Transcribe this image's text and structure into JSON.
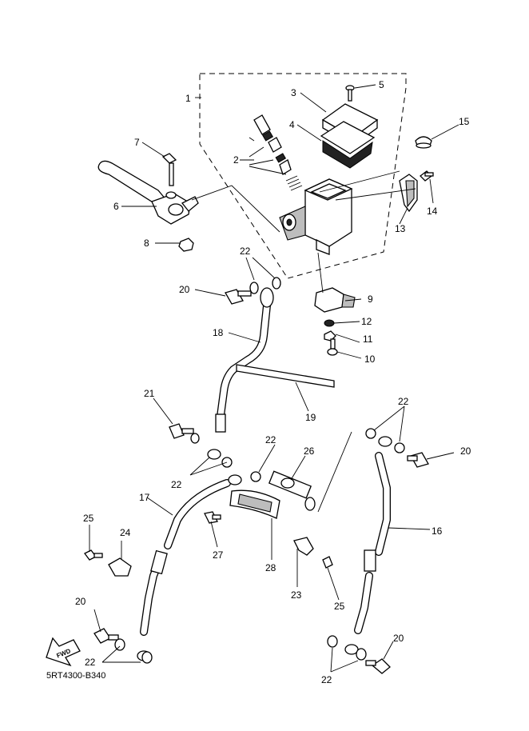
{
  "diagram_code": "5RT4300-B340",
  "fwd_label": "FWD",
  "callouts": [
    {
      "id": "c1",
      "text": "1"
    },
    {
      "id": "c2",
      "text": "2"
    },
    {
      "id": "c3",
      "text": "3"
    },
    {
      "id": "c4",
      "text": "4"
    },
    {
      "id": "c5",
      "text": "5"
    },
    {
      "id": "c6",
      "text": "6"
    },
    {
      "id": "c7",
      "text": "7"
    },
    {
      "id": "c8",
      "text": "8"
    },
    {
      "id": "c9",
      "text": "9"
    },
    {
      "id": "c10",
      "text": "10"
    },
    {
      "id": "c11",
      "text": "11"
    },
    {
      "id": "c12",
      "text": "12"
    },
    {
      "id": "c13",
      "text": "13"
    },
    {
      "id": "c14",
      "text": "14"
    },
    {
      "id": "c15",
      "text": "15"
    },
    {
      "id": "c16",
      "text": "16"
    },
    {
      "id": "c17",
      "text": "17"
    },
    {
      "id": "c18",
      "text": "18"
    },
    {
      "id": "c19",
      "text": "19"
    },
    {
      "id": "c20a",
      "text": "20"
    },
    {
      "id": "c20b",
      "text": "20"
    },
    {
      "id": "c20c",
      "text": "20"
    },
    {
      "id": "c20d",
      "text": "20"
    },
    {
      "id": "c21",
      "text": "21"
    },
    {
      "id": "c22a",
      "text": "22"
    },
    {
      "id": "c22b",
      "text": "22"
    },
    {
      "id": "c22c",
      "text": "22"
    },
    {
      "id": "c22d",
      "text": "22"
    },
    {
      "id": "c22e",
      "text": "22"
    },
    {
      "id": "c22f",
      "text": "22"
    },
    {
      "id": "c23",
      "text": "23"
    },
    {
      "id": "c24",
      "text": "24"
    },
    {
      "id": "c25a",
      "text": "25"
    },
    {
      "id": "c25b",
      "text": "25"
    },
    {
      "id": "c26",
      "text": "26"
    },
    {
      "id": "c27",
      "text": "27"
    },
    {
      "id": "c28",
      "text": "28"
    }
  ]
}
